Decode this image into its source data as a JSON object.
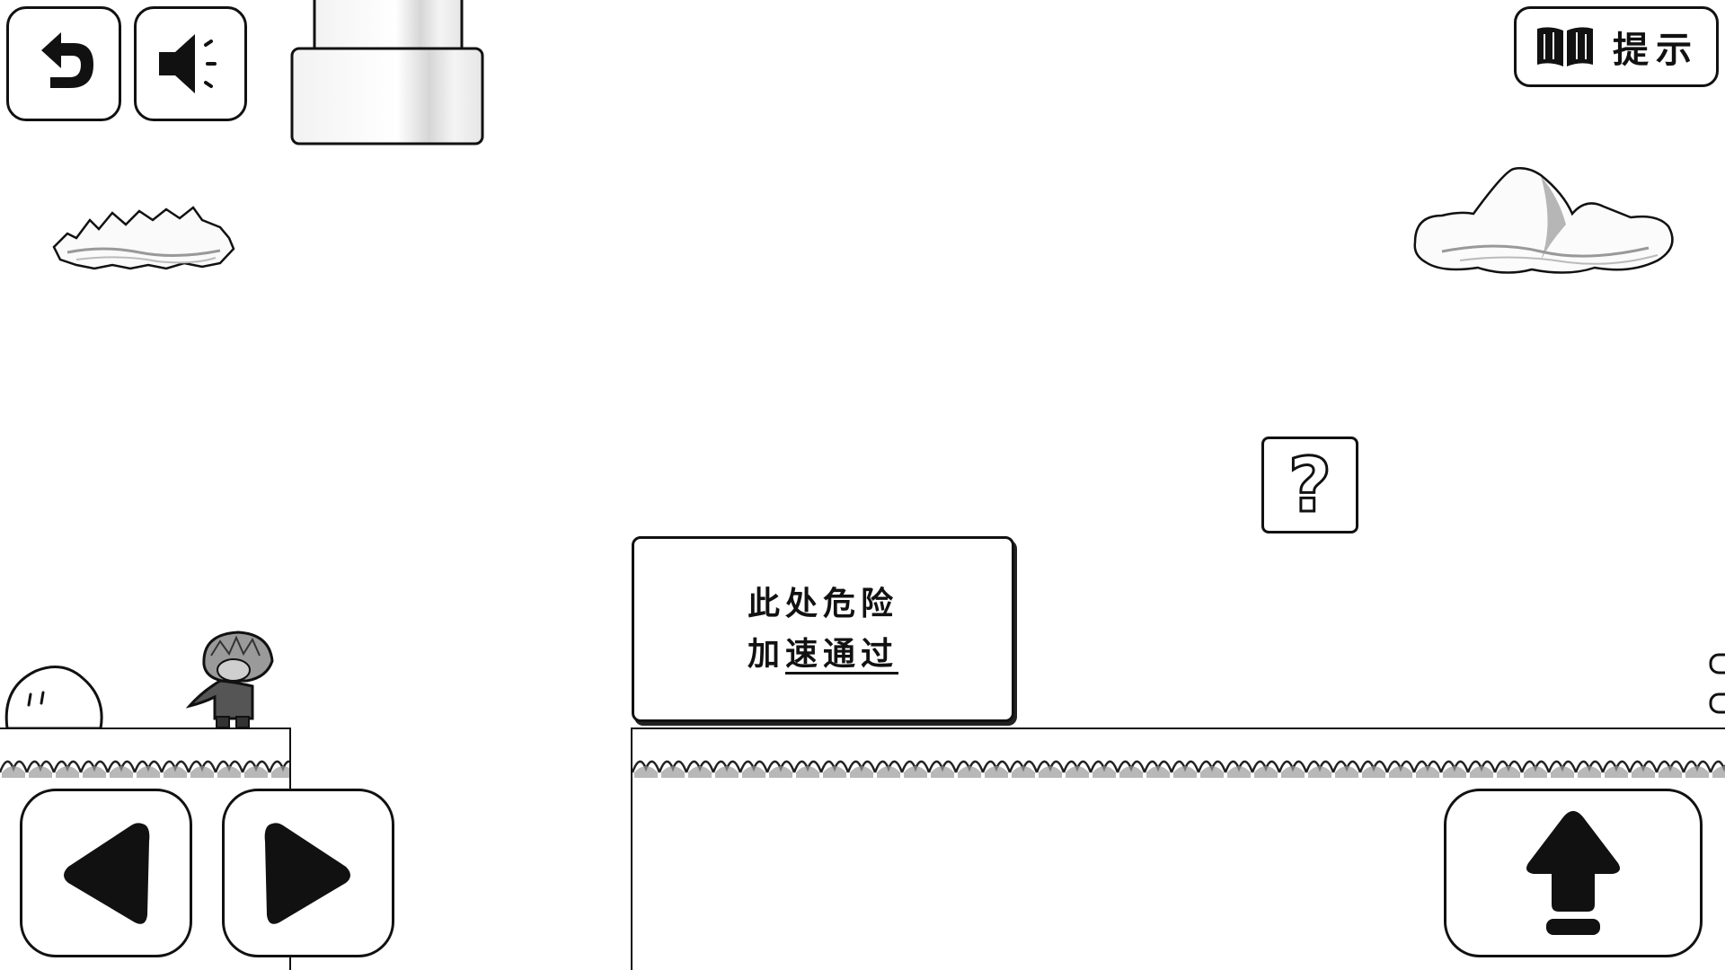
{
  "hud": {
    "undo_icon": "undo-arrow-icon",
    "sound_icon": "speaker-icon",
    "hint_icon": "open-book-icon",
    "hint_label": "提示"
  },
  "sign": {
    "line1": "此处危险",
    "line2_prefix": "加",
    "line2_underlined": "速通过"
  },
  "question_block": {
    "symbol": "?"
  },
  "controls": {
    "left_icon": "left-arrow-icon",
    "right_icon": "right-arrow-icon",
    "jump_icon": "up-arrow-icon"
  }
}
